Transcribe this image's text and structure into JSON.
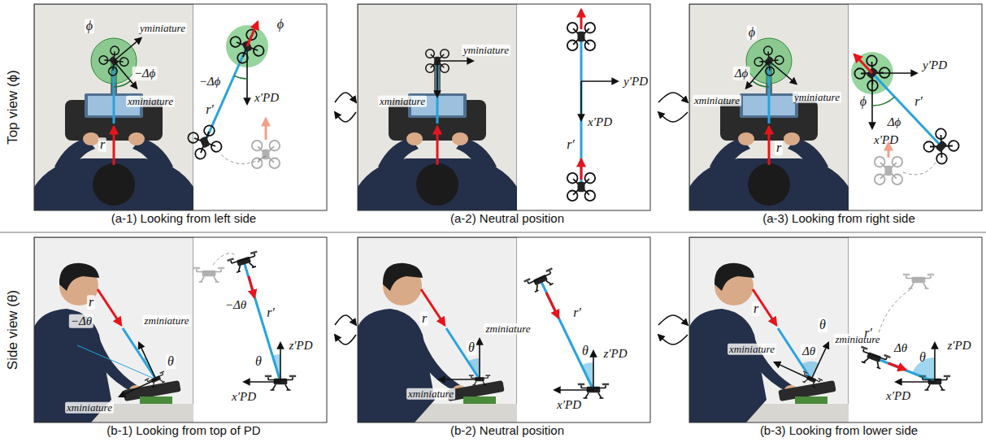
{
  "diagram": {
    "nodes": [
      {
        "text": [
          "(a-1) Looking from left side"
        ]
      },
      {
        "text": [
          "(a-2) Neutral position"
        ]
      },
      {
        "text": [
          "(a-3) Looking from right side"
        ]
      },
      {
        "text": [
          "(b-1) Looking from top of PD"
        ]
      },
      {
        "text": [
          "(b-2) Neutral position"
        ]
      },
      {
        "text": [
          "(b-3) Looking from lower side"
        ]
      }
    ],
    "edges": [
      {
        "from": 0,
        "to": 1,
        "arrow": "both"
      },
      {
        "from": 1,
        "to": 2,
        "arrow": "both"
      },
      {
        "from": 3,
        "to": 4,
        "arrow": "both"
      },
      {
        "from": 4,
        "to": 5,
        "arrow": "both"
      }
    ],
    "labels": [
      "Top view (ϕ)",
      "Side view (θ)",
      "ϕ",
      "yminiature",
      "xminiature",
      "−Δϕ",
      "r",
      "ϕ",
      "−Δϕ",
      "r′",
      "x′PD",
      "yminiature",
      "xminiature",
      "y′PD",
      "x′PD",
      "r′",
      "xminiature",
      "yminiature",
      "ϕ",
      "Δϕ",
      "r",
      "y′PD",
      "ϕ",
      "x′PD",
      "r′",
      "Δϕ",
      "r",
      "zminiature",
      "−Δθ",
      "θ",
      "xminiature",
      "−Δθ",
      "r′",
      "θ",
      "z′PD",
      "x′PD",
      "r",
      "zminiature",
      "θ",
      "xminiature",
      "r′",
      "θ",
      "z′PD",
      "x′PD",
      "r",
      "zminiature",
      "Δθ",
      "θ",
      "xminiature",
      "r′",
      "Δθ",
      "θ",
      "z′PD",
      "x′PD"
    ]
  }
}
